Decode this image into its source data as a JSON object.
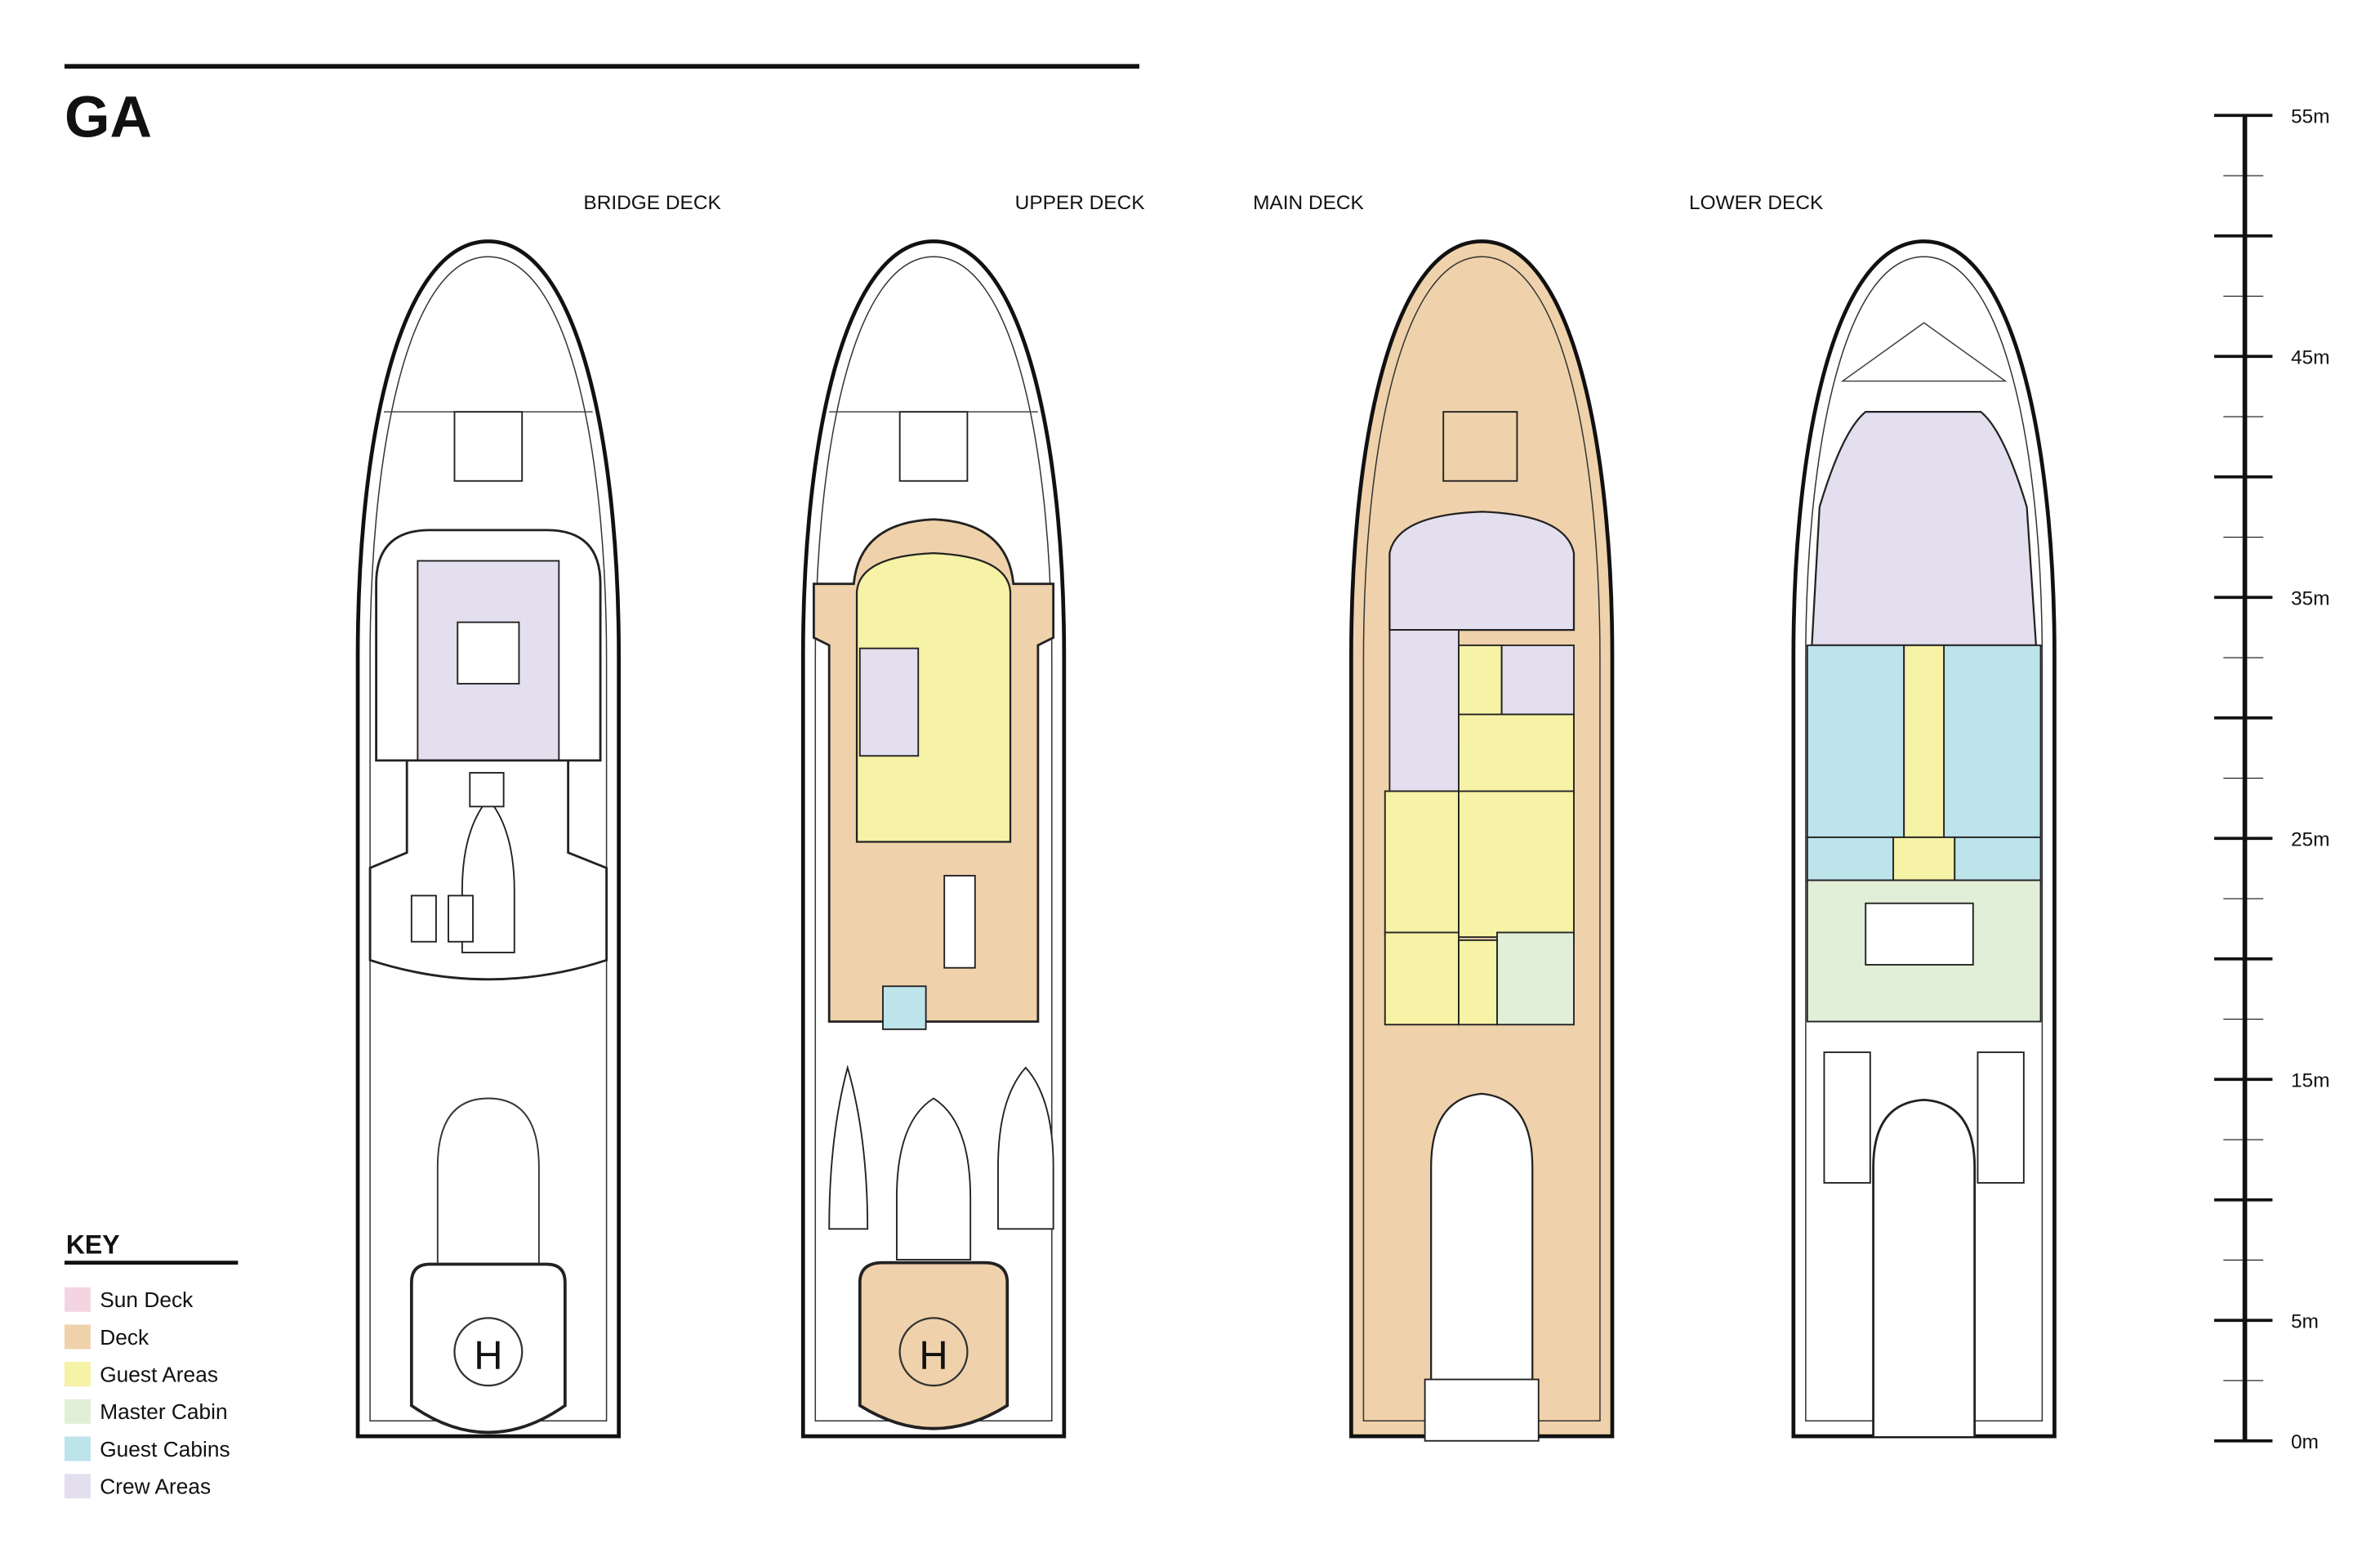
{
  "title": "GA",
  "decks": [
    {
      "id": "bridge",
      "label": "BRIDGE DECK",
      "helipad": "H"
    },
    {
      "id": "upper",
      "label": "UPPER DECK",
      "helipad": "H"
    },
    {
      "id": "main",
      "label": "MAIN DECK"
    },
    {
      "id": "lower",
      "label": "LOWER DECK"
    }
  ],
  "key": {
    "title": "KEY",
    "items": [
      {
        "label": "Sun Deck",
        "color": "#f3d5e2"
      },
      {
        "label": "Deck",
        "color": "#efd2ab"
      },
      {
        "label": "Guest Areas",
        "color": "#f6f2a6"
      },
      {
        "label": "Master Cabin",
        "color": "#e2efd8"
      },
      {
        "label": "Guest Cabins",
        "color": "#bde3eb"
      },
      {
        "label": "Crew Areas",
        "color": "#e4dfee"
      }
    ]
  },
  "scale": {
    "unit": "m",
    "max": 55,
    "labels": [
      {
        "value": 55,
        "text": "55m"
      },
      {
        "value": 45,
        "text": "45m"
      },
      {
        "value": 35,
        "text": "35m"
      },
      {
        "value": 25,
        "text": "25m"
      },
      {
        "value": 15,
        "text": "15m"
      },
      {
        "value": 5,
        "text": "5m"
      },
      {
        "value": 0,
        "text": "0m"
      }
    ]
  }
}
